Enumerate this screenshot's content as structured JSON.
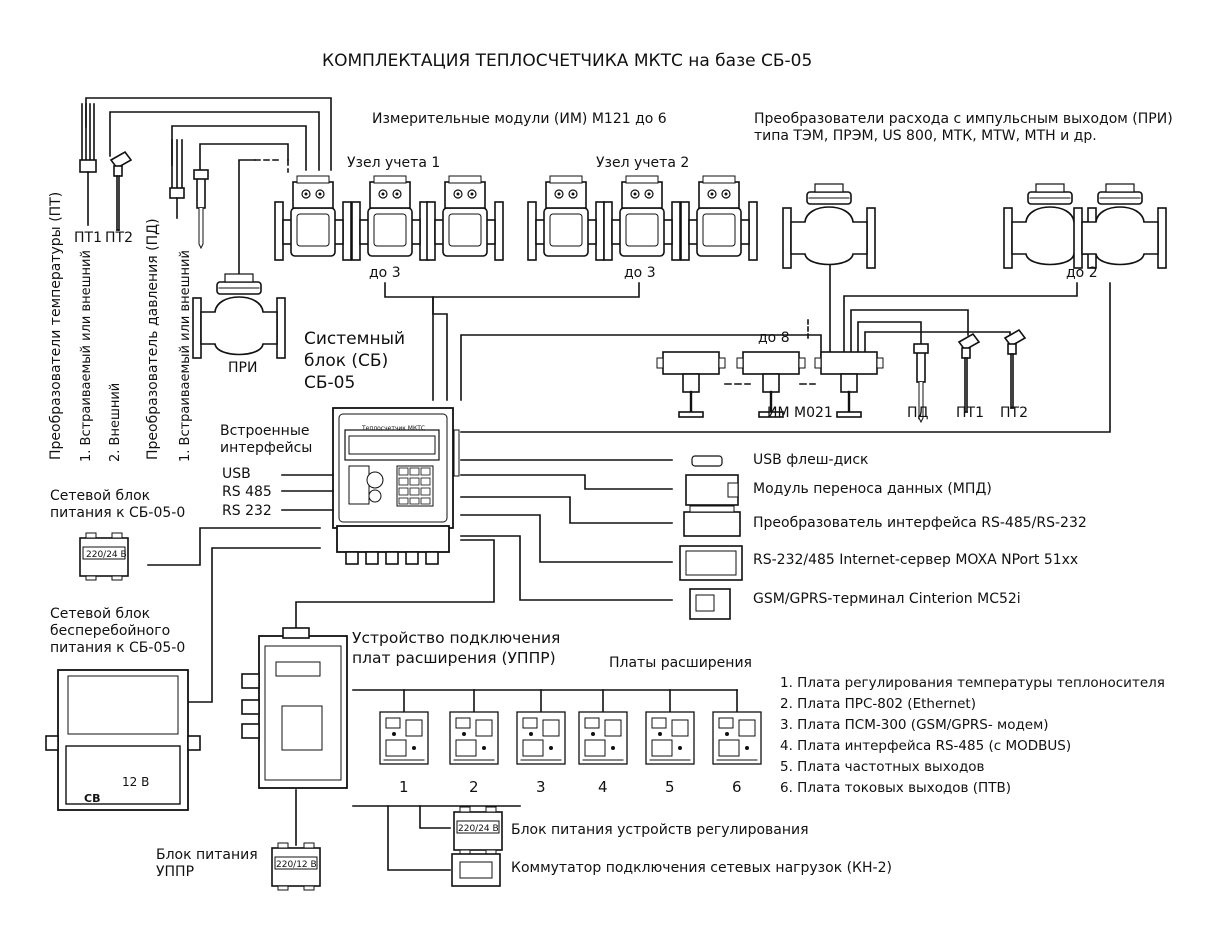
{
  "title": "КОМПЛЕКТАЦИЯ  ТЕПЛОСЧЕТЧИКА  МКТС  на базе  СБ-05",
  "sensors": {
    "pt1": "ПТ1",
    "pt2": "ПТ2",
    "temp_label": "Преобразователи  температуры  (ПТ)",
    "temp_opt1": "1. Встраиваемый или внешний",
    "temp_opt2": "2. Внешний",
    "pressure_label": "Преобразователь  давления  (ПД)",
    "pressure_opt": "1. Встраиваемый или внешний",
    "pri": "ПРИ"
  },
  "modules": {
    "title": "Измерительные модули (ИМ) М121 до 6",
    "node1": "Узел учета 1",
    "node2": "Узел учета 2",
    "upto3_a": "до 3",
    "upto3_b": "до 3"
  },
  "pri_block": {
    "title": "Преобразователи расхода с импульсным выходом (ПРИ)\n типа ТЭМ, ПРЭМ, US 800, МТК, MTW, МТН и др.",
    "upto2": "до 2",
    "upto8": "до 8",
    "im_m021": "ИМ  М021",
    "pd": "ПД",
    "pt1": "ПТ1",
    "pt2": "ПТ2"
  },
  "system_block": {
    "label": "Системный\nблок (СБ)\nСБ-05",
    "brand": "Теплосчетчик МКТС"
  },
  "interfaces": {
    "title": "Встроенные\nинтерфейсы",
    "usb": "USB",
    "rs485": "RS 485",
    "rs232": "RS 232"
  },
  "power": {
    "sb_label": "Сетевой блок\nпитания к СБ-05-0",
    "sb_psu_text": "220/24 В",
    "ups_label": "Сетевой блок\nбесперебойного\nпитания к СБ-05-0",
    "battery_text": "12 В",
    "battery_brand": "CB",
    "uppr_psu_label": "Блок питания\nУППР",
    "uppr_psu_text": "220/12 В"
  },
  "peripherals": [
    "USB   флеш-диск",
    "Модуль переноса данных (МПД)",
    "Преобразователь интерфейса RS-485/RS-232",
    "RS-232/485 Internet-сервер MOXA NPort 51xx",
    "GSM/GPRS-терминал Cinterion MC52i"
  ],
  "expansion": {
    "uppr_label": "Устройство подключения\nплат расширения (УППР)",
    "boards_label": "Платы расширения",
    "numbers": [
      "1",
      "2",
      "3",
      "4",
      "5",
      "6"
    ],
    "list": [
      "1. Плата регулирования температуры теплоносителя",
      "2. Плата ПРС-802 (Ethernet)",
      "3. Плата ПСМ-300 (GSM/GPRS- модем)",
      "4. Плата интерфейса RS-485 (с MODBUS)",
      "5. Плата частотных выходов",
      "6. Плата токовых выходов (ПТВ)"
    ],
    "reg_psu_label": "Блок питания устройств регулирования",
    "reg_psu_text": "220/24 В",
    "switch_label": "Коммутатор подключения сетевых нагрузок (КН-2)"
  }
}
